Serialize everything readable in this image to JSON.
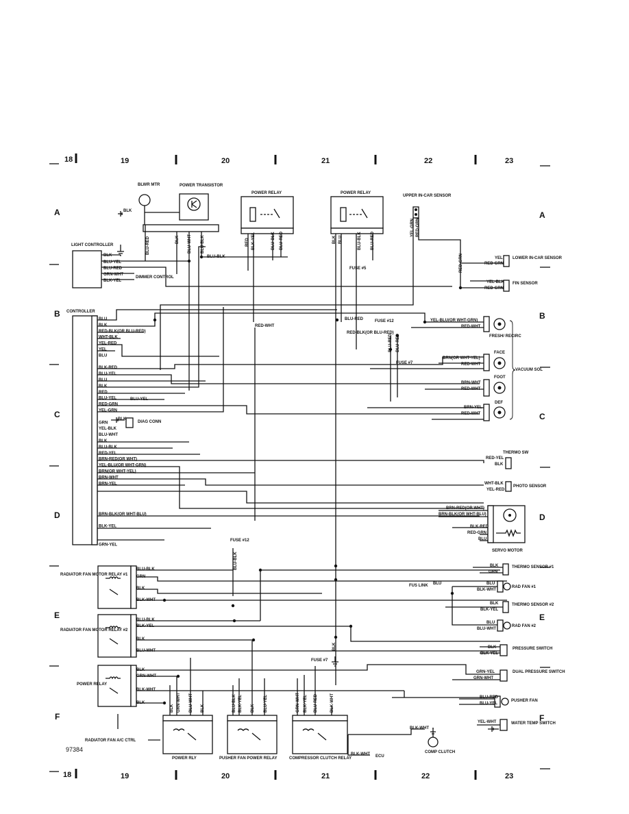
{
  "diagram_id": "97384",
  "columns": [
    "18",
    "19",
    "20",
    "21",
    "22",
    "23"
  ],
  "rows": [
    "A",
    "B",
    "C",
    "D",
    "E",
    "F"
  ],
  "components": {
    "blwr_mtr": "BLWR MTR",
    "power_transistor": "POWER TRANSISTOR",
    "power_relay": "POWER RELAY",
    "upper_sensor": "UPPER IN-CAR SENSOR",
    "light_controller": "LIGHT CONTROLLER",
    "dimmer_control": "DIMMER CONTROL",
    "controller": "CONTROLLER",
    "diag_conn": "DIAG CONN",
    "lower_sensor": "LOWER IN-CAR SENSOR",
    "fin_sensor": "FIN SENSOR",
    "fresh_recirc": "FRESH/ RECIRC",
    "face": "FACE",
    "foot": "FOOT",
    "def": "DEF",
    "vacuum_sol": "VACUUM SOL",
    "thermo_sw": "THERMO SW",
    "photo_sensor": "PHOTO SENSOR",
    "servo_motor": "SERVO MOTOR",
    "thermo_sensor_1": "THERMO SENSOR #1",
    "rad_fan_1": "RAD FAN #1",
    "thermo_sensor_2": "THERMO SENSOR #2",
    "rad_fan_2": "RAD FAN #2",
    "pressure_switch": "PRESSURE SWITCH",
    "dual_pressure_switch": "DUAL PRESSURE SWITCH",
    "pusher_fan": "PUSHER FAN",
    "water_temp_switch": "WATER TEMP SWITCH",
    "comp_clutch": "COMP CLUTCH",
    "rad_fan_relay_1": "RADIATOR FAN MOTOR RELAY #1",
    "rad_fan_relay_2": "RADIATOR FAN MOTOR RELAY #2",
    "power_relay_left": "POWER RELAY",
    "power_rly": "POWER RLY",
    "pusher_fan_power_relay": "PUSHER FAN POWER RELAY",
    "compressor_clutch_relay": "COMPRESSOR CLUTCH RELAY",
    "radiator_fan_ac_ctrl": "RADIATOR FAN A/C CTRL",
    "fuse_5": "FUSE #5",
    "fuse_12_top": "FUSE #12",
    "fuse_7_mid": "FUSE #7",
    "fuse_12_mid": "FUSE #12",
    "fuse_7_bot": "FUSE #7",
    "fus_link": "FUS LINK",
    "ecu": "ECU"
  },
  "wires": {
    "blk_a": "BLK",
    "light_ctrl": [
      "BLK",
      "BLU-YEL",
      "BLU-RED",
      "GRN-WHT",
      "BLK-YEL"
    ],
    "controller": [
      "BLU",
      "BLK",
      "RED-BLK(OR BLU-RED)",
      "WHT-BLK",
      "YEL-RED",
      "YEL",
      "BLU",
      "",
      "BLK-RED",
      "BLU-YEL",
      "BLU",
      "BLK",
      "RED",
      "BLU-YEL",
      "RED-GRN",
      "YEL-GRN",
      "",
      "GRN",
      "YEL-BLK",
      "BLU-WHT",
      "BLK",
      "BLU-BLK",
      "RED-YEL",
      "BRN-RED(OR WHT)",
      "YEL-BLU(OR WHT-GRN)",
      "BRN(OR WHT-YEL)",
      "BRN-WHT",
      "BRN-YEL",
      "",
      "",
      "",
      "",
      "BRN-BLK(OR WHT-BLU)",
      "",
      "BLK-YEL",
      "",
      "",
      "GRN-YEL"
    ],
    "blu_yel_mid": "BLU-YEL",
    "blk_diag": "BLK",
    "pt_verticals": [
      "BLU-RED",
      "BLK",
      "BLU-WHT",
      "BLU-BLK"
    ],
    "blu_blk_h": "BLU-BLK",
    "pr1_verticals": [
      "RED",
      "BLK-YEL",
      "BLU-BLK",
      "BLU-RED"
    ],
    "pr2_verticals": [
      "BLK",
      "BLU",
      "BLU-BLK",
      "BLU-RED"
    ],
    "upper_verticals": [
      "YEL-GRN",
      "RED-GRN"
    ],
    "red_grn_v": "RED-GRN",
    "lower": [
      "YEL",
      "RED-GRN"
    ],
    "fin": [
      "YEL-BLK",
      "RED-GRN"
    ],
    "blu_red_fuse": "BLU-RED",
    "red_wht": "RED-WHT",
    "red_blk_blured": "RED-BLK(OR BLU-RED)",
    "fuse7_v": [
      "BLU-RED",
      "BLU-RED"
    ],
    "fresh": [
      "YEL-BLU(OR WHT-GRN)",
      "RED-WHT"
    ],
    "face_w": [
      "BRN(OR WHT-YEL)",
      "RED-WHT"
    ],
    "foot_w": [
      "BRN-WHT",
      "RED-WHT"
    ],
    "def_w": [
      "BRN-YEL",
      "RED-WHT"
    ],
    "thermo_sw": [
      "RED-YEL",
      "BLK"
    ],
    "photo": [
      "WHT-BLK",
      "YEL-RED"
    ],
    "servo": [
      "BRN-RED(OR WHT)",
      "BRN-BLK(OR WHT-BLU)",
      "BLK-RED",
      "RED-GRN",
      "BLU"
    ],
    "blu_blk_v": "BLU-BLK",
    "relay1": [
      "BLU-BLK",
      "GRN",
      "BLK",
      "BLK-WHT"
    ],
    "relay2": [
      "BLU-BLK",
      "BLK-YEL",
      "BLK",
      "BLU-WHT"
    ],
    "prelay": [
      "BLK",
      "GRN-WHT",
      "BLK-WHT",
      "BLK"
    ],
    "ts1": [
      "BLK",
      "GRN"
    ],
    "rf1": [
      "BLU",
      "BLK-WHT"
    ],
    "fus_link_blu": "BLU",
    "ts2": [
      "BLK",
      "BLK-YEL"
    ],
    "rf2": [
      "BLU",
      "BLU-WHT"
    ],
    "ps": [
      "BLK",
      "BLK-YEL"
    ],
    "dps": [
      "GRN-YEL",
      "GRN-WHT"
    ],
    "pf": [
      "BLU-RED",
      "BLU-YEL"
    ],
    "wts": "YEL-WHT",
    "blk_wht_cc": "BLK-WHT",
    "blk_v": "BLK",
    "prly_v": [
      "BLK",
      "GRN-WHT",
      "BLU-WHT",
      "BLK"
    ],
    "pfr_v": [
      "BLU-BLK",
      "BLK-YEL",
      "BLK",
      "BLU-YEL"
    ],
    "ccr_v": [
      "GRN-WHT",
      "BLK-YEL",
      "BLU-RED",
      "BLK-WHT"
    ],
    "ecu_w": "BLK-WHT"
  }
}
